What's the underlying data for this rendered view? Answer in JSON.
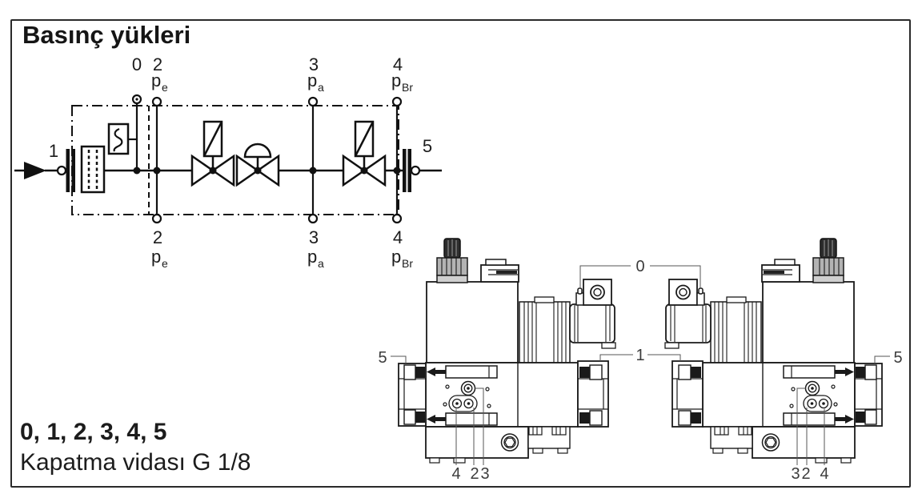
{
  "title": "Basınç yükleri",
  "schematic": {
    "inlet_label": "1",
    "outlet_label": "5",
    "vent_label": "0",
    "top_taps": [
      {
        "num": "2",
        "p": "p",
        "sub": "e"
      },
      {
        "num": "3",
        "p": "p",
        "sub": "a"
      },
      {
        "num": "4",
        "p": "p",
        "sub": "Br"
      }
    ],
    "bottom_taps": [
      {
        "num": "2",
        "p": "p",
        "sub": "e"
      },
      {
        "num": "3",
        "p": "p",
        "sub": "a"
      },
      {
        "num": "4",
        "p": "p",
        "sub": "Br"
      }
    ]
  },
  "drawings": {
    "shared_callouts": {
      "vent": "0",
      "inlet_flange": "1"
    },
    "left_unit": {
      "outlet_flange": "5",
      "test_points": [
        "4",
        "2",
        "3"
      ]
    },
    "right_unit": {
      "outlet_flange": "5",
      "test_points": [
        "3",
        "2",
        "4"
      ]
    }
  },
  "footer": {
    "line1": "0, 1, 2, 3, 4, 5",
    "line2": "Kapatma vidası G 1/8"
  }
}
